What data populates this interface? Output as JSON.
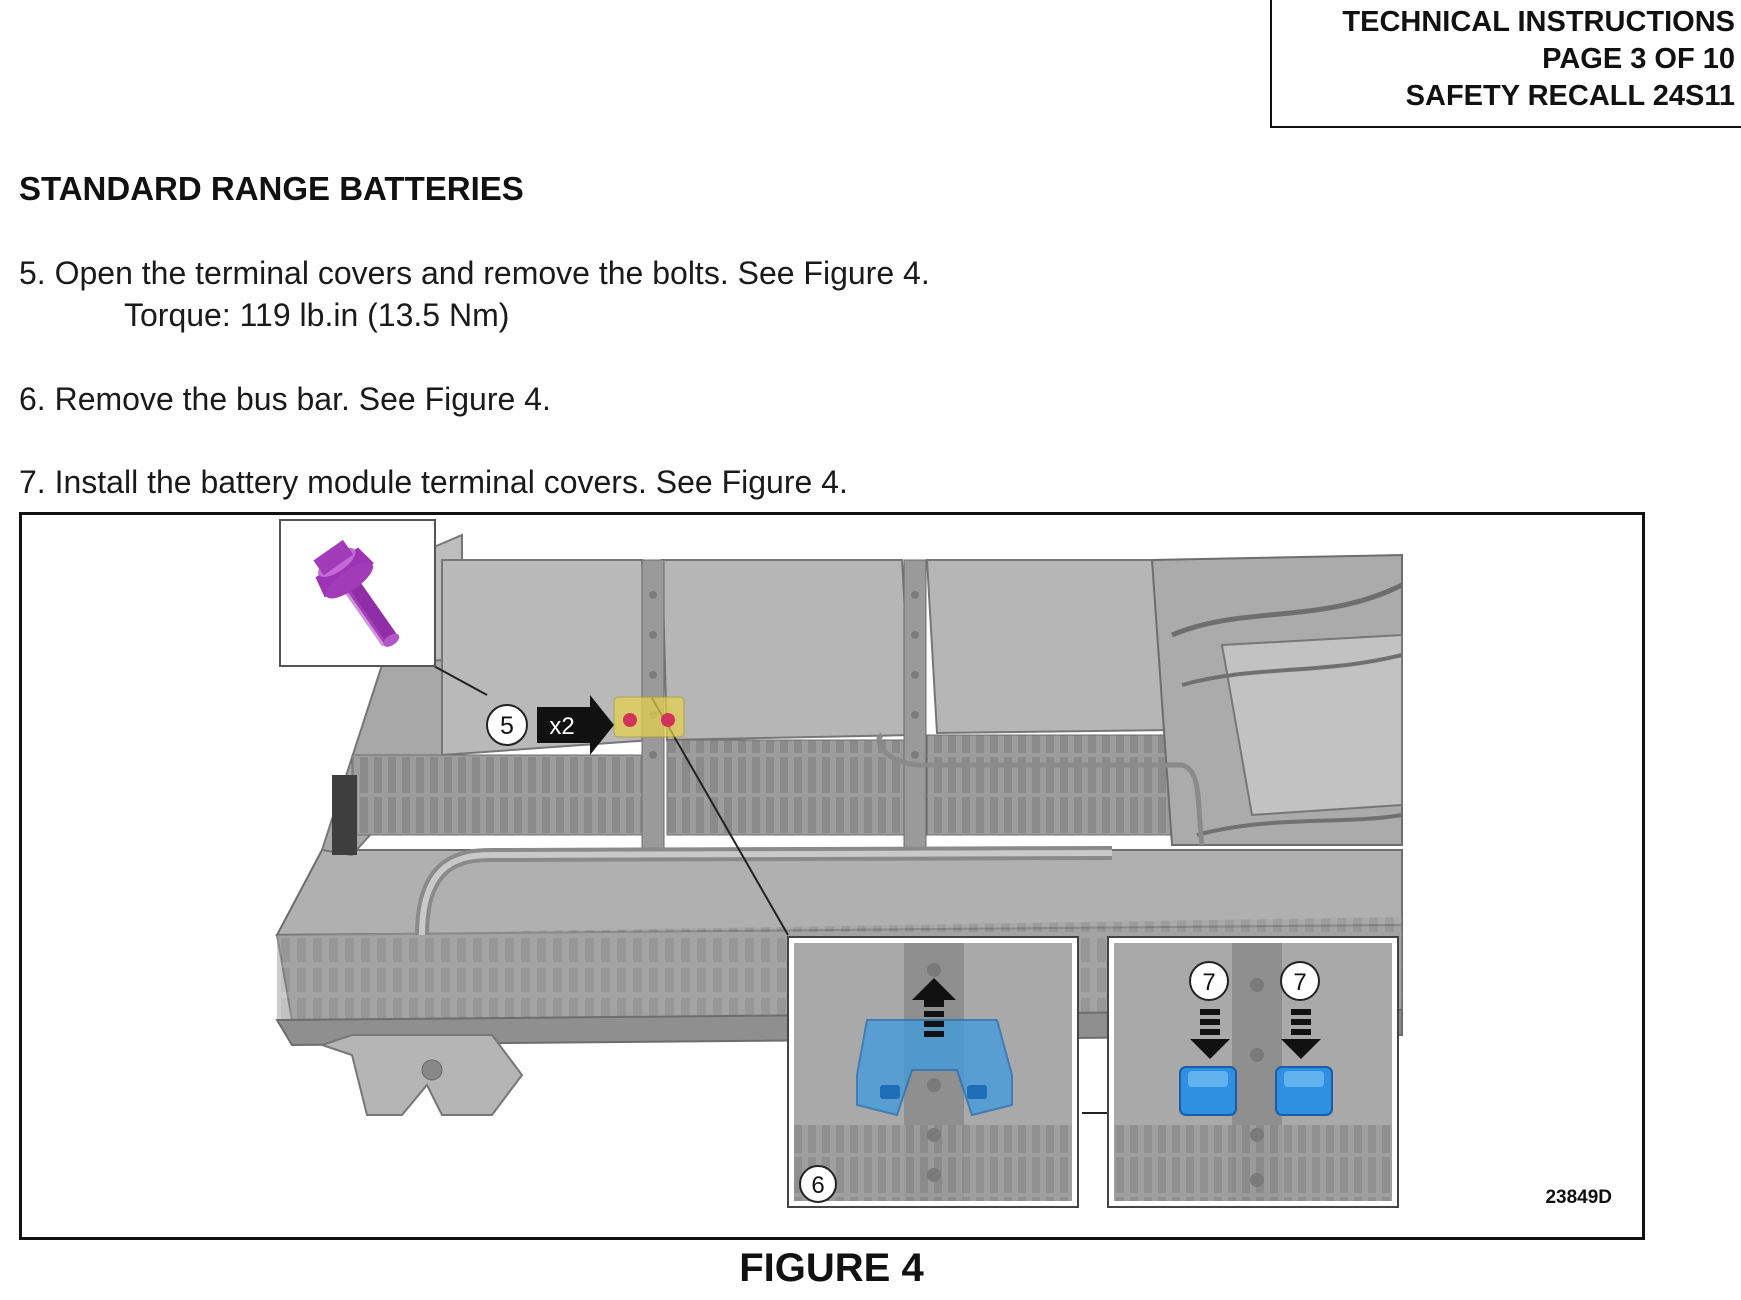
{
  "header": {
    "line1": "TECHNICAL INSTRUCTIONS",
    "line2": "PAGE 3 OF 10",
    "line3": "SAFETY RECALL 24S11"
  },
  "section_title": "STANDARD RANGE BATTERIES",
  "steps": [
    {
      "text": "5. Open the terminal covers and remove the bolts. See Figure 4.",
      "note": "Torque: 119 lb.in (13.5 Nm)"
    },
    {
      "text": "6. Remove the bus bar. See Figure 4."
    },
    {
      "text": "7. Install the battery module terminal covers. See Figure 4."
    }
  ],
  "figure": {
    "callouts": {
      "c5": "5",
      "c6": "6",
      "c7a": "7",
      "c7b": "7",
      "qty": "x2"
    },
    "image_id": "23849D",
    "caption": "FIGURE 4"
  },
  "colors": {
    "bolt": "#a13bb8",
    "busbar": "#3d9be0",
    "cover": "#2f8fe0",
    "highlight": "#e7d34a",
    "metal": "#a9a9a9"
  }
}
